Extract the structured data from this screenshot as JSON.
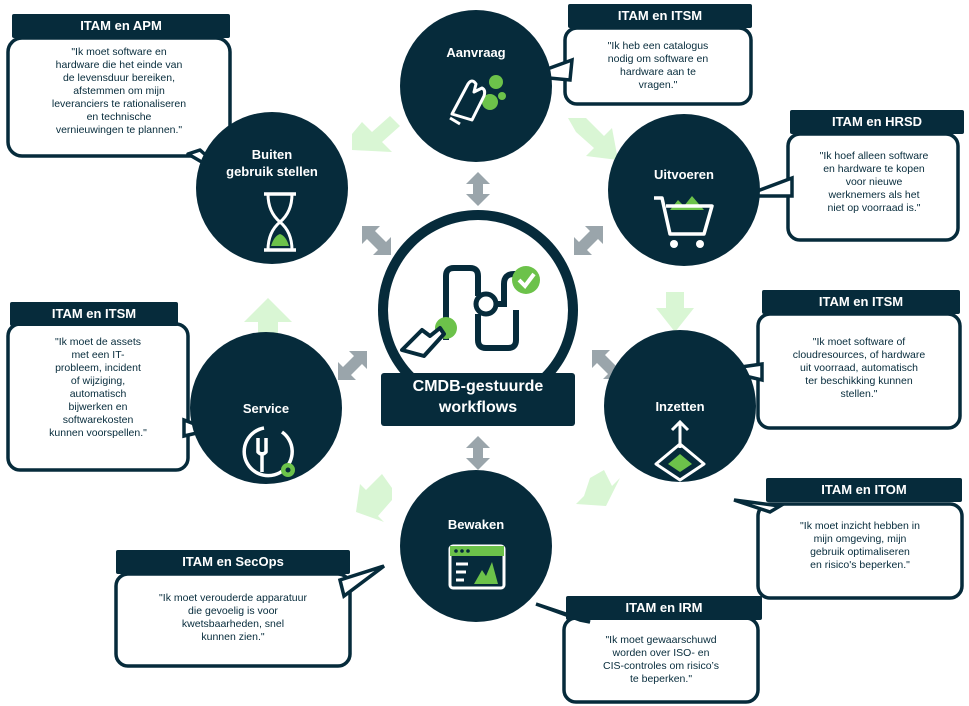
{
  "center": {
    "label_line1": "CMDB-gestuurde",
    "label_line2": "workflows"
  },
  "stages": {
    "aanvraag": "Aanvraag",
    "uitvoeren": "Uitvoeren",
    "inzetten": "Inzetten",
    "bewaken": "Bewaken",
    "service": "Service",
    "buiten_line1": "Buiten",
    "buiten_line2": "gebruik stellen"
  },
  "callouts": {
    "apm": {
      "tag": "ITAM en APM",
      "lines": [
        "\"Ik moet software en",
        "hardware die het einde van",
        "de levensduur bereiken,",
        "afstemmen om mijn",
        "leveranciers te rationaliseren",
        "en technische",
        "vernieuwingen te plannen.\""
      ]
    },
    "itsm_top": {
      "tag": "ITAM en ITSM",
      "lines": [
        "\"Ik heb een catalogus",
        "nodig om software en",
        "hardware aan te",
        "vragen.\""
      ]
    },
    "hrsd": {
      "tag": "ITAM en HRSD",
      "lines": [
        "\"Ik hoef alleen software",
        "en hardware te kopen",
        "voor nieuwe",
        "werknemers als het",
        "niet op voorraad is.\""
      ]
    },
    "itsm_right": {
      "tag": "ITAM en ITSM",
      "lines": [
        "\"Ik moet software of",
        "cloudresources, of hardware",
        "uit voorraad, automatisch",
        "ter beschikking kunnen",
        "stellen.\""
      ]
    },
    "itom": {
      "tag": "ITAM en ITOM",
      "lines": [
        "\"Ik moet inzicht hebben in",
        "mijn omgeving, mijn",
        "gebruik optimaliseren",
        "en risico's beperken.\""
      ]
    },
    "irm": {
      "tag": "ITAM en IRM",
      "lines": [
        "\"Ik moet gewaarschuwd",
        "worden over ISO- en",
        "CIS-controles om risico’s",
        "te beperken.\""
      ]
    },
    "secops": {
      "tag": "ITAM en SecOps",
      "lines": [
        "\"Ik moet verouderde apparatuur",
        "die gevoelig is voor",
        "kwetsbaarheden, snel",
        "kunnen zien.\""
      ]
    },
    "itsm_left": {
      "tag": "ITAM en ITSM",
      "lines": [
        "\"Ik moet de assets",
        "met een IT-",
        "probleem, incident",
        "of wijziging,",
        "automatisch",
        "bijwerken en",
        "softwarekosten",
        "kunnen voorspellen.\""
      ]
    }
  },
  "colors": {
    "navy": "#062b3b",
    "green": "#6cc24a",
    "light_green": "#d6f5d1",
    "grey_arrow": "#9aa5ab"
  }
}
